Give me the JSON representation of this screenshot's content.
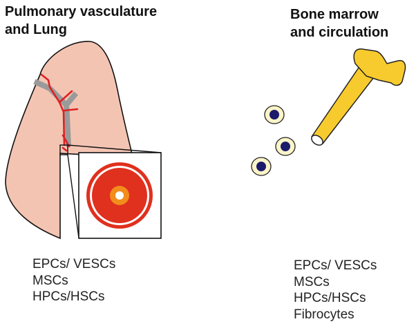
{
  "panels": {
    "left": {
      "title_line1": "Pulmonary vasculature",
      "title_line2": "and Lung",
      "cells": [
        "EPCs/ VESCs",
        "MSCs",
        "HPCs/HSCs"
      ]
    },
    "right": {
      "title_line1": "Bone marrow",
      "title_line2": "and circulation",
      "cells": [
        "EPCs/ VESCs",
        "MSCs",
        "HPCs/HSCs",
        "Fibrocytes"
      ]
    }
  },
  "colors": {
    "lung_fill": "#f4c4b3",
    "vessel_red": "#dd2222",
    "vessel_gray": "#9a9a9a",
    "bone_fill": "#f7cb2e",
    "cell_fill": "#fbf4c8",
    "nucleus": "#1c1a6b",
    "ring_red": "#e0301e",
    "ring_orange": "#f28c1c"
  }
}
